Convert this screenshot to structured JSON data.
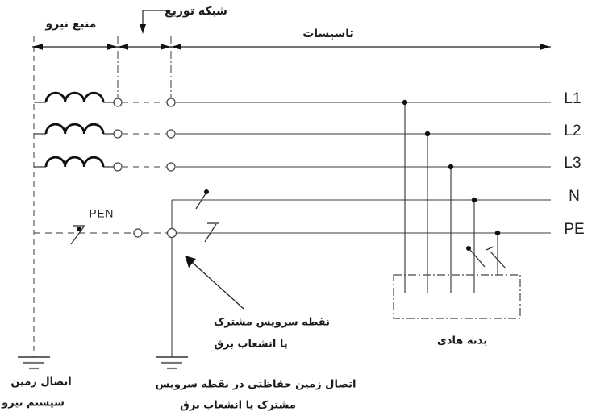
{
  "diagram_type": "earthing-system-schematic",
  "labels": {
    "power_source": "منبع نیرو",
    "distribution_network": "شبکه توزیع",
    "installation": "تاسیسات",
    "pen": "PEN",
    "phase1": "L1",
    "phase2": "L2",
    "phase3": "L3",
    "neutral": "N",
    "protective_earth": "PE",
    "service_point_line1": "نقطه سرویس مشترک",
    "service_point_line2": "یا انشعاب برق",
    "conductive_body": "بدنه هادی",
    "system_earth_line1": "اتصال زمین",
    "system_earth_line2": "سیستم نیرو",
    "protective_earth_note_line1": "اتصال زمین حفاظتی در نقطه سرویس",
    "protective_earth_note_line2": "مشترک یا انشعاب برق"
  },
  "colors": {
    "background": "#ffffff",
    "conductor_gray": "#7d7d7d",
    "ink_black": "#1a1a1a",
    "dashed_gray": "#5a5a5a"
  }
}
